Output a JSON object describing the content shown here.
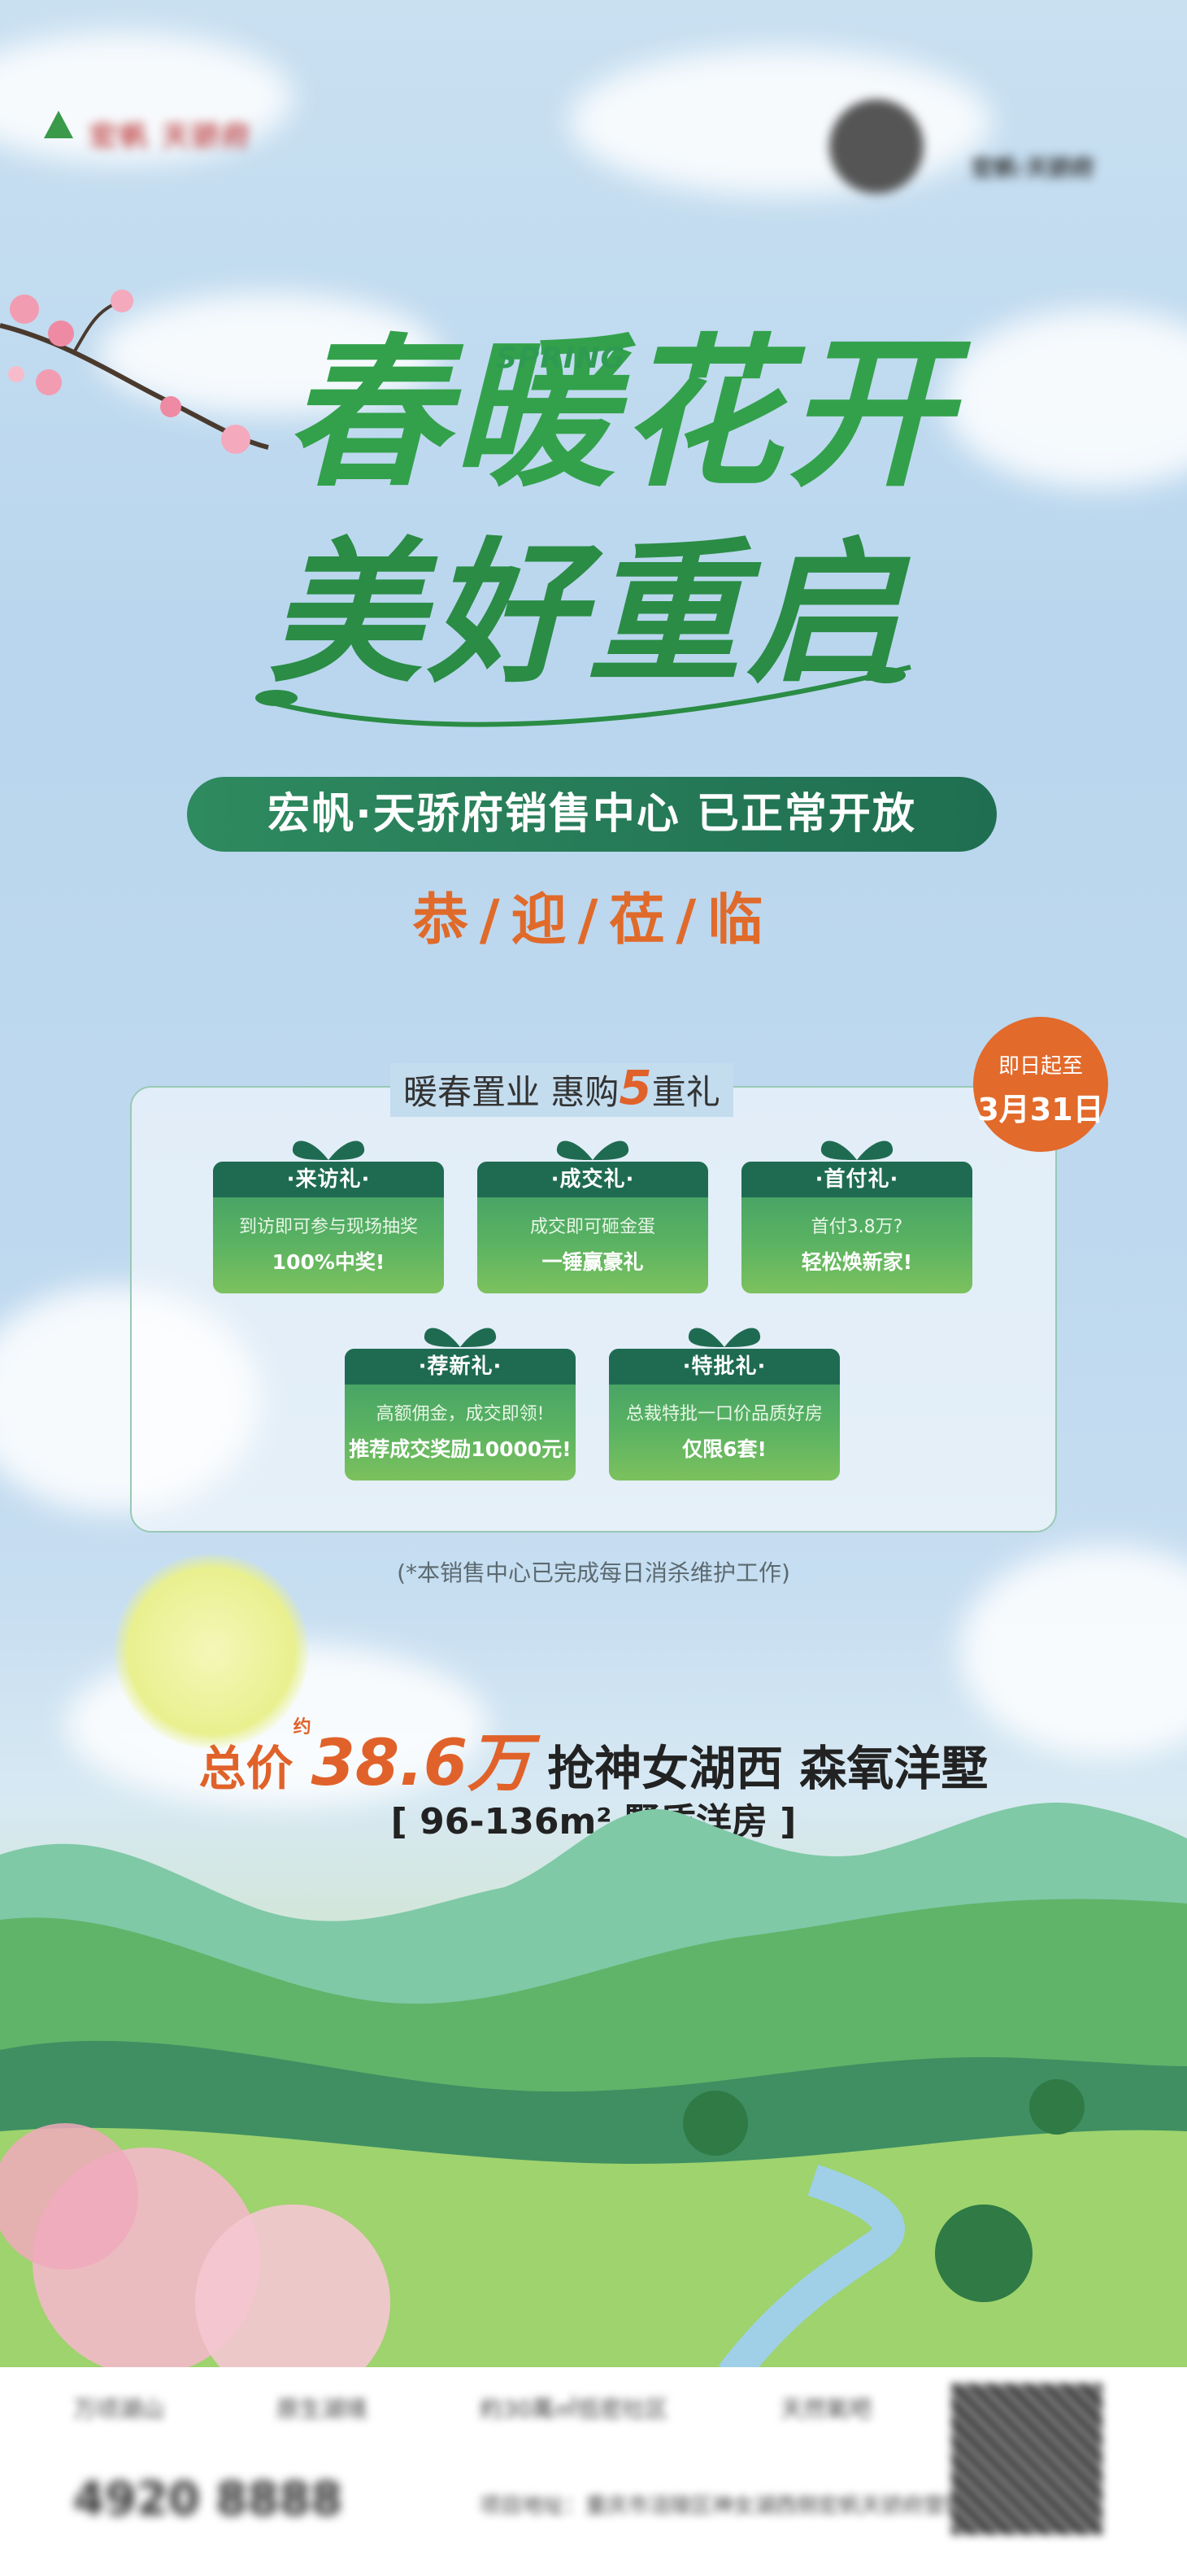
{
  "brand": {
    "name": "宏帆 天骄府",
    "seal_text": "宏帆·天骄府"
  },
  "headline": {
    "spring": "SPRING",
    "line1": "春暖花开",
    "line2": "美好重启"
  },
  "banner": "宏帆·天骄府销售中心 已正常开放",
  "welcome": "恭/迎/莅/临",
  "gifts": {
    "title_pre": "暖春置业  惠购",
    "title_num": "5",
    "title_post": "重礼",
    "badge_line1": "即日起至",
    "badge_line2": "3月31日",
    "items": [
      {
        "name": "·来访礼·",
        "line1": "到访即可参与现场抽奖",
        "line2": "100%中奖!"
      },
      {
        "name": "·成交礼·",
        "line1": "成交即可砸金蛋",
        "line2": "一锤赢豪礼"
      },
      {
        "name": "·首付礼·",
        "line1": "首付3.8万?",
        "line2": "轻松焕新家!"
      },
      {
        "name": "·荐新礼·",
        "line1": "高额佣金，成交即领!",
        "line2": "推荐成交奖励10000元!"
      },
      {
        "name": "·特批礼·",
        "line1": "总裁特批一口价品质好房",
        "line2": "仅限6套!"
      }
    ]
  },
  "note": "(*本销售中心已完成每日消杀维护工作)",
  "price": {
    "label": "总价",
    "yue": "约",
    "value": "38.6万",
    "tail": "抢神女湖西 森氧洋墅"
  },
  "area": "[ 96-136m² 墅质洋房 ]",
  "footer": {
    "items": [
      "万顷湖山",
      "原生湖境",
      "約30萬㎡低密社区",
      "天然氧吧"
    ],
    "phone": "4920 8888",
    "address": "项目地址：重庆市涪陵区神女湖西侧宏帆天骄府营销中心"
  },
  "colors": {
    "green": "#2e8a5f",
    "orange": "#e0622a",
    "sky": "#c9e0f1"
  }
}
